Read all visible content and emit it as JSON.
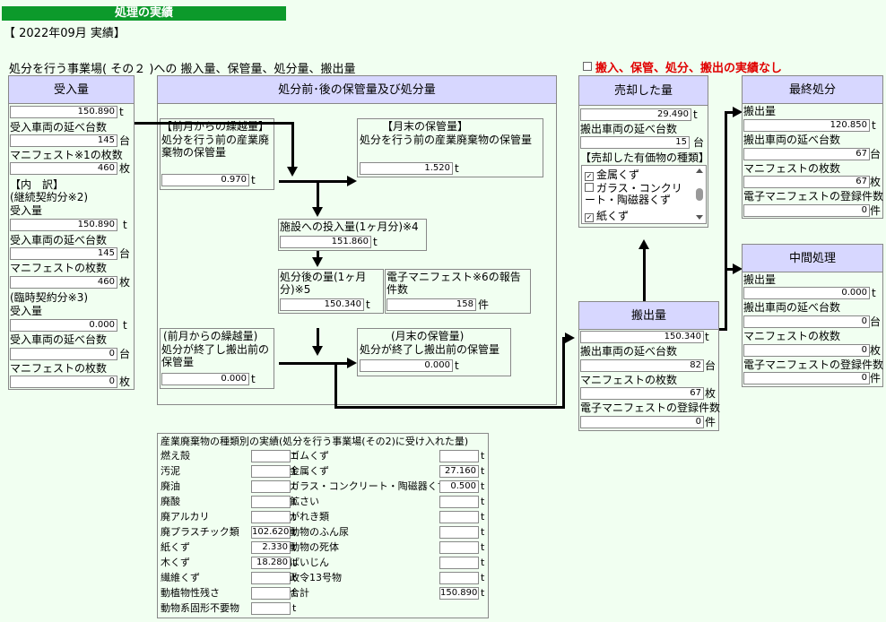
{
  "header": {
    "title": "処理の実績",
    "period": "【 2022年09月 実績】",
    "heading": "処分を行う事業場( その２ )への 搬入量、保管量、処分量、搬出量",
    "no_data": "搬入、保管、処分、搬出の実績なし"
  },
  "units": {
    "t": "t",
    "dai": "台",
    "mai": "枚",
    "ken": "件"
  },
  "receive": {
    "title": "受入量",
    "amount": "150.890",
    "vehicles_label": "受入車両の延べ台数",
    "vehicles": "145",
    "manifest_label": "マニフェスト※1の枚数",
    "manifest": "460",
    "breakdown_label": "【内　訳】",
    "cont_label": "(継続契約分※2)",
    "cont_amount_label": "受入量",
    "cont_amount": "150.890",
    "cont_vehicles_label": "受入車両の延べ台数",
    "cont_vehicles": "145",
    "cont_manifest_label": "マニフェストの枚数",
    "cont_manifest": "460",
    "temp_label": "(臨時契約分※3)",
    "temp_amount_label": "受入量",
    "temp_amount": "0.000",
    "temp_vehicles_label": "受入車両の延べ台数",
    "temp_vehicles": "0",
    "temp_manifest_label": "マニフェストの枚数",
    "temp_manifest": "0"
  },
  "storage": {
    "title": "処分前･後の保管量及び処分量",
    "carry_before_title": "【前月からの繰越量】",
    "carry_before_desc": "処分を行う前の産業廃棄物の保管量",
    "carry_before": "0.970",
    "month_end_before_title": "【月末の保管量】",
    "month_end_before_desc": "処分を行う前の産業廃棄物の保管量",
    "month_end_before": "1.520",
    "input_label": "施設への投入量(1ヶ月分)※4",
    "input": "151.860",
    "after_label": "処分後の量(1ヶ月分)※5",
    "after": "150.340",
    "e_manifest_label": "電子マニフェスト※6の報告件数",
    "e_manifest": "158",
    "carry_after_title": "(前月からの繰越量)",
    "carry_after_desc": "処分が終了し搬出前の保管量",
    "carry_after": "0.000",
    "month_end_after_title": "(月末の保管量)",
    "month_end_after_desc": "処分が終了し搬出前の保管量",
    "month_end_after": "0.000"
  },
  "sold": {
    "title": "売却した量",
    "amount": "29.490",
    "vehicles_label": "搬出車両の延べ台数",
    "vehicles": "15",
    "types_label": "【売却した有価物の種類】",
    "types": [
      {
        "label": "金属くず",
        "checked": true
      },
      {
        "label": "ガラス・コンクリート・陶磁器くず",
        "checked": false
      },
      {
        "label": "紙くず",
        "checked": true
      }
    ]
  },
  "outbound": {
    "title": "搬出量",
    "amount": "150.340",
    "vehicles_label": "搬出車両の延べ台数",
    "vehicles": "82",
    "manifest_label": "マニフェストの枚数",
    "manifest": "67",
    "e_manifest_label": "電子マニフェストの登録件数",
    "e_manifest": "0"
  },
  "final": {
    "title": "最終処分",
    "amount_label": "搬出量",
    "amount": "120.850",
    "vehicles_label": "搬出車両の延べ台数",
    "vehicles": "67",
    "manifest_label": "マニフェストの枚数",
    "manifest": "67",
    "e_manifest_label": "電子マニフェストの登録件数",
    "e_manifest": "0"
  },
  "intermediate": {
    "title": "中間処理",
    "amount_label": "搬出量",
    "amount": "0.000",
    "vehicles_label": "搬出車両の延べ台数",
    "vehicles": "0",
    "manifest_label": "マニフェストの枚数",
    "manifest": "0",
    "e_manifest_label": "電子マニフェストの登録件数",
    "e_manifest": "0"
  },
  "waste_types": {
    "title": "産業廃棄物の種類別の実績(処分を行う事業場(その2)に受け入れた量)",
    "left": [
      {
        "label": "燃え殻",
        "value": ""
      },
      {
        "label": "汚泥",
        "value": ""
      },
      {
        "label": "廃油",
        "value": ""
      },
      {
        "label": "廃酸",
        "value": ""
      },
      {
        "label": "廃アルカリ",
        "value": ""
      },
      {
        "label": "廃プラスチック類",
        "value": "102.620"
      },
      {
        "label": "紙くず",
        "value": "2.330"
      },
      {
        "label": "木くず",
        "value": "18.280"
      },
      {
        "label": "繊維くず",
        "value": ""
      },
      {
        "label": "動植物性残さ",
        "value": ""
      },
      {
        "label": "動物系固形不要物",
        "value": ""
      }
    ],
    "right": [
      {
        "label": "ゴムくず",
        "value": ""
      },
      {
        "label": "金属くず",
        "value": "27.160"
      },
      {
        "label": "ガラス・コンクリート・陶磁器くず",
        "value": "0.500"
      },
      {
        "label": "鉱さい",
        "value": ""
      },
      {
        "label": "がれき類",
        "value": ""
      },
      {
        "label": "動物のふん尿",
        "value": ""
      },
      {
        "label": "動物の死体",
        "value": ""
      },
      {
        "label": "ばいじん",
        "value": ""
      },
      {
        "label": "政令13号物",
        "value": ""
      },
      {
        "label": "合計",
        "value": "150.890"
      }
    ]
  }
}
